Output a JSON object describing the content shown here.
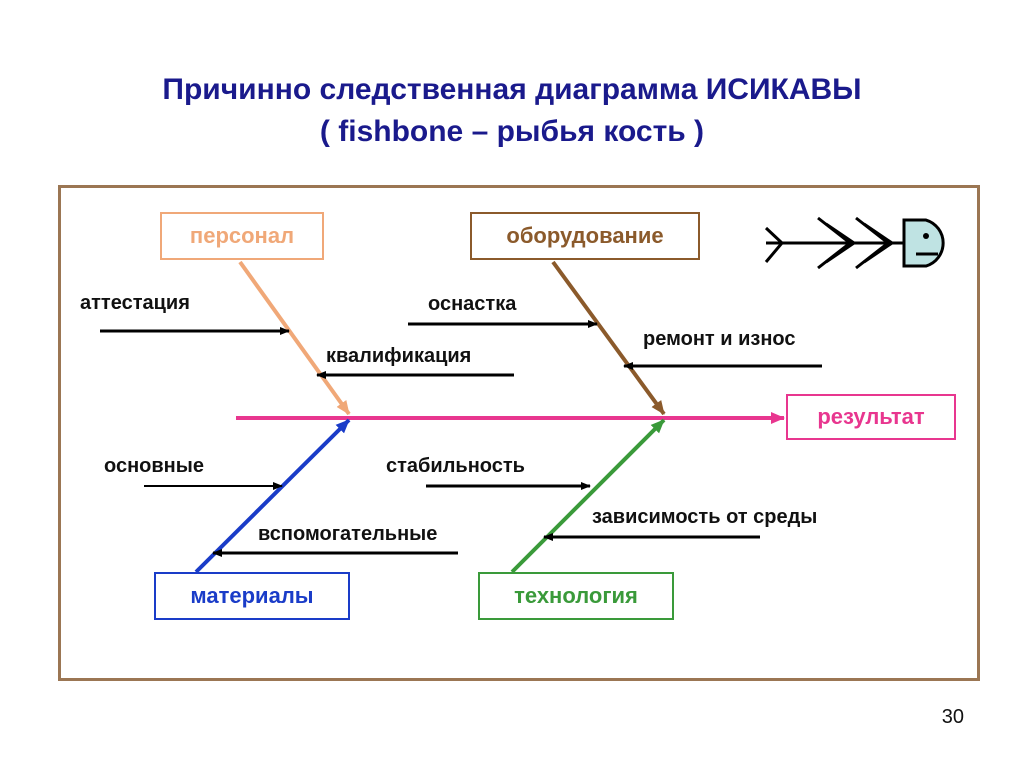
{
  "title": {
    "line1": "Причинно следственная диаграмма ИСИКАВЫ",
    "line2": "( fishbone – рыбья кость )"
  },
  "categories": {
    "personnel": "персонал",
    "equipment": "оборудование",
    "materials": "материалы",
    "technology": "технология"
  },
  "result": "результат",
  "causes": {
    "attestation": "аттестация",
    "qualification": "квалификация",
    "tooling": "оснастка",
    "repair_wear": "ремонт и износ",
    "main": "основные",
    "auxiliary": "вспомогательные",
    "stability": "стабильность",
    "environment_dependence": "зависимость от среды"
  },
  "colors": {
    "title": "#1a1a8c",
    "frame": "#9b7653",
    "spine": "#e8368f",
    "personnel": "#f0a878",
    "equipment": "#8b5a2b",
    "materials": "#1a3cc8",
    "technology": "#3a9a3a"
  },
  "icons": [
    "fish-skeleton-icon"
  ],
  "page_number": "30"
}
